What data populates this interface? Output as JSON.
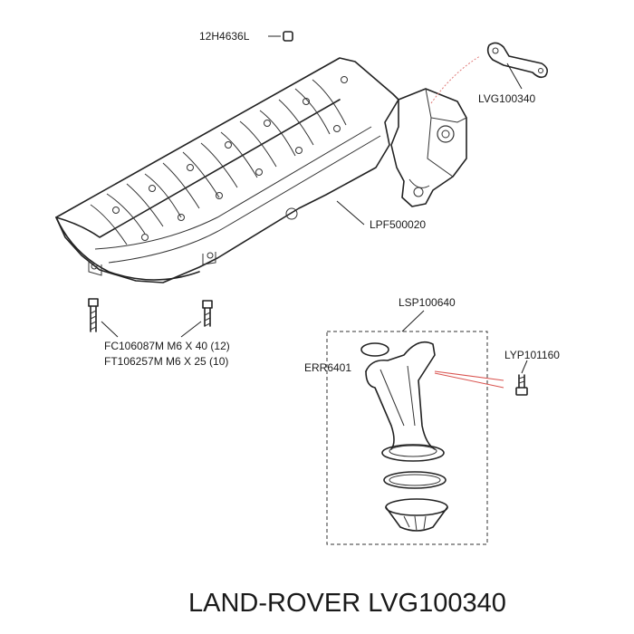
{
  "labels": {
    "top_nut": "12H4636L",
    "bracket": "LVG100340",
    "oil_pan": "LPF500020",
    "bolt_line1": "FC106087M M6 X 40 (12)",
    "bolt_line2": "FT106257M M6 X 25 (10)",
    "pickup_assembly": "LSP100640",
    "o_ring": "ERR6401",
    "pickup_bolt": "LYP101160"
  },
  "title": "LAND-ROVER LVG100340"
}
